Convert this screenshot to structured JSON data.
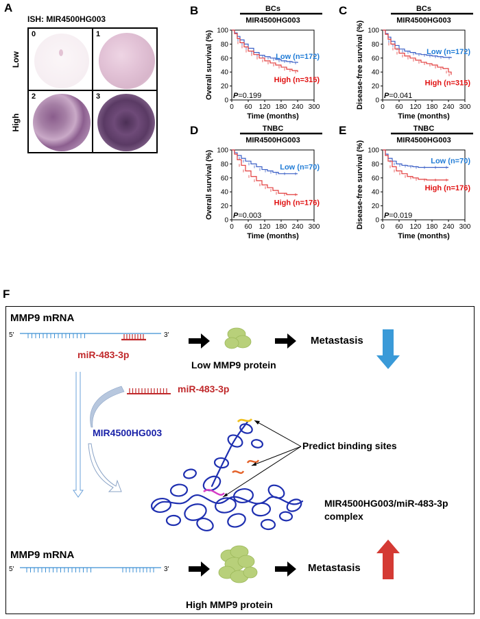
{
  "panel_a": {
    "letter": "A",
    "title": "ISH: MIR4500HG003",
    "row_low": "Low",
    "row_high": "High",
    "scores": [
      "0",
      "1",
      "2",
      "3"
    ]
  },
  "chart_data": [
    {
      "id": "B",
      "type": "line",
      "title": "BCs",
      "subtitle": "MIR4500HG003",
      "ylabel": "Overall survival (%)",
      "xlabel": "Time (months)",
      "xlim": [
        0,
        300
      ],
      "ylim": [
        0,
        100
      ],
      "xticks": [
        0,
        60,
        120,
        180,
        240,
        300
      ],
      "yticks": [
        0,
        20,
        40,
        60,
        80,
        100
      ],
      "pvalue_label": "P",
      "pvalue": "=0.199",
      "series": [
        {
          "name": "Low (n=172)",
          "color": "#3a5fc6",
          "label_color": "#1f7bd6",
          "x": [
            0,
            10,
            20,
            30,
            45,
            60,
            80,
            100,
            120,
            140,
            160,
            180,
            200,
            220,
            240
          ],
          "y": [
            100,
            96,
            91,
            86,
            80,
            74,
            68,
            64,
            62,
            60,
            58,
            56,
            55,
            54,
            53
          ]
        },
        {
          "name": "High (n=315)",
          "color": "#e23b3b",
          "label_color": "#e01010",
          "x": [
            0,
            10,
            20,
            30,
            45,
            60,
            80,
            100,
            120,
            140,
            160,
            180,
            200,
            220,
            240
          ],
          "y": [
            100,
            95,
            88,
            82,
            76,
            70,
            65,
            60,
            56,
            53,
            50,
            47,
            44,
            42,
            40
          ]
        }
      ]
    },
    {
      "id": "C",
      "type": "line",
      "title": "BCs",
      "subtitle": "MIR4500HG003",
      "ylabel": "Disease-free survival (%)",
      "xlabel": "Time (months)",
      "xlim": [
        0,
        300
      ],
      "ylim": [
        0,
        100
      ],
      "xticks": [
        0,
        60,
        120,
        180,
        240,
        300
      ],
      "yticks": [
        0,
        20,
        40,
        60,
        80,
        100
      ],
      "pvalue_label": "P",
      "pvalue": "=0.041",
      "series": [
        {
          "name": "Low (n=172)",
          "color": "#3a5fc6",
          "label_color": "#1f7bd6",
          "x": [
            0,
            10,
            20,
            30,
            45,
            60,
            80,
            100,
            120,
            140,
            160,
            180,
            200,
            220,
            250
          ],
          "y": [
            100,
            95,
            90,
            84,
            78,
            73,
            70,
            68,
            66,
            65,
            64,
            63,
            62,
            61,
            60
          ]
        },
        {
          "name": "High (n=315)",
          "color": "#e23b3b",
          "label_color": "#e01010",
          "x": [
            0,
            10,
            20,
            30,
            45,
            60,
            80,
            100,
            120,
            140,
            160,
            180,
            200,
            220,
            240,
            250
          ],
          "y": [
            100,
            94,
            87,
            80,
            73,
            67,
            63,
            60,
            57,
            54,
            52,
            50,
            47,
            45,
            40,
            36
          ]
        }
      ]
    },
    {
      "id": "D",
      "type": "line",
      "title": "TNBC",
      "subtitle": "MIR4500HG003",
      "ylabel": "Overall survival (%)",
      "xlabel": "Time (months)",
      "xlim": [
        0,
        300
      ],
      "ylim": [
        0,
        100
      ],
      "xticks": [
        0,
        60,
        120,
        180,
        240,
        300
      ],
      "yticks": [
        0,
        20,
        40,
        60,
        80,
        100
      ],
      "pvalue_label": "P",
      "pvalue": "=0.003",
      "series": [
        {
          "name": "Low (n=70)",
          "color": "#3a5fc6",
          "label_color": "#1f7bd6",
          "x": [
            0,
            10,
            20,
            35,
            50,
            70,
            90,
            110,
            130,
            150,
            170,
            200,
            240
          ],
          "y": [
            100,
            96,
            92,
            88,
            84,
            80,
            76,
            72,
            70,
            68,
            66,
            66,
            66
          ]
        },
        {
          "name": "High (n=176)",
          "color": "#e23b3b",
          "label_color": "#e01010",
          "x": [
            0,
            10,
            20,
            35,
            50,
            70,
            90,
            110,
            130,
            150,
            170,
            200,
            240
          ],
          "y": [
            100,
            94,
            86,
            78,
            70,
            62,
            56,
            50,
            46,
            42,
            38,
            36,
            36
          ]
        }
      ]
    },
    {
      "id": "E",
      "type": "line",
      "title": "TNBC",
      "subtitle": "MIR4500HG003",
      "ylabel": "Disease-free survival (%)",
      "xlabel": "Time (months)",
      "xlim": [
        0,
        300
      ],
      "ylim": [
        0,
        100
      ],
      "xticks": [
        0,
        60,
        120,
        180,
        240,
        300
      ],
      "yticks": [
        0,
        20,
        40,
        60,
        80,
        100
      ],
      "pvalue_label": "P",
      "pvalue": "=0.019",
      "series": [
        {
          "name": "Low (n=70)",
          "color": "#3a5fc6",
          "label_color": "#1f7bd6",
          "x": [
            0,
            10,
            20,
            35,
            50,
            70,
            90,
            110,
            130,
            160,
            200,
            240
          ],
          "y": [
            100,
            94,
            88,
            84,
            80,
            78,
            77,
            76,
            75,
            75,
            75,
            75
          ]
        },
        {
          "name": "High (n=176)",
          "color": "#e23b3b",
          "label_color": "#e01010",
          "x": [
            0,
            10,
            20,
            35,
            50,
            70,
            90,
            110,
            130,
            160,
            200,
            240
          ],
          "y": [
            100,
            92,
            84,
            76,
            70,
            66,
            62,
            60,
            58,
            57,
            57,
            57
          ]
        }
      ]
    }
  ],
  "panel_f": {
    "letter": "F",
    "top_label": "MMP9 mRNA",
    "five_prime": "5'",
    "three_prime": "3'",
    "mirna_top": "miR-483-3p",
    "low_protein": "Low MMP9 protein",
    "metastasis_top": "Metastasis",
    "mirna_free": "miR-483-3p",
    "lncrna": "MIR4500HG003",
    "predict": "Predict binding sites",
    "complex_line1": "MIR4500HG003/miR-483-3p",
    "complex_line2": "complex",
    "bottom_label": "MMP9 mRNA",
    "high_protein": "High MMP9 protein",
    "metastasis_bottom": "Metastasis",
    "colors": {
      "mrna": "#3b8fd4",
      "mirna": "#c0282a",
      "lncrna_text": "#1a22a8",
      "down_arrow": "#3a9ad8",
      "up_arrow": "#d43a34",
      "protein": "#b8d07a",
      "rna_struct": "#1e2fb0"
    }
  }
}
